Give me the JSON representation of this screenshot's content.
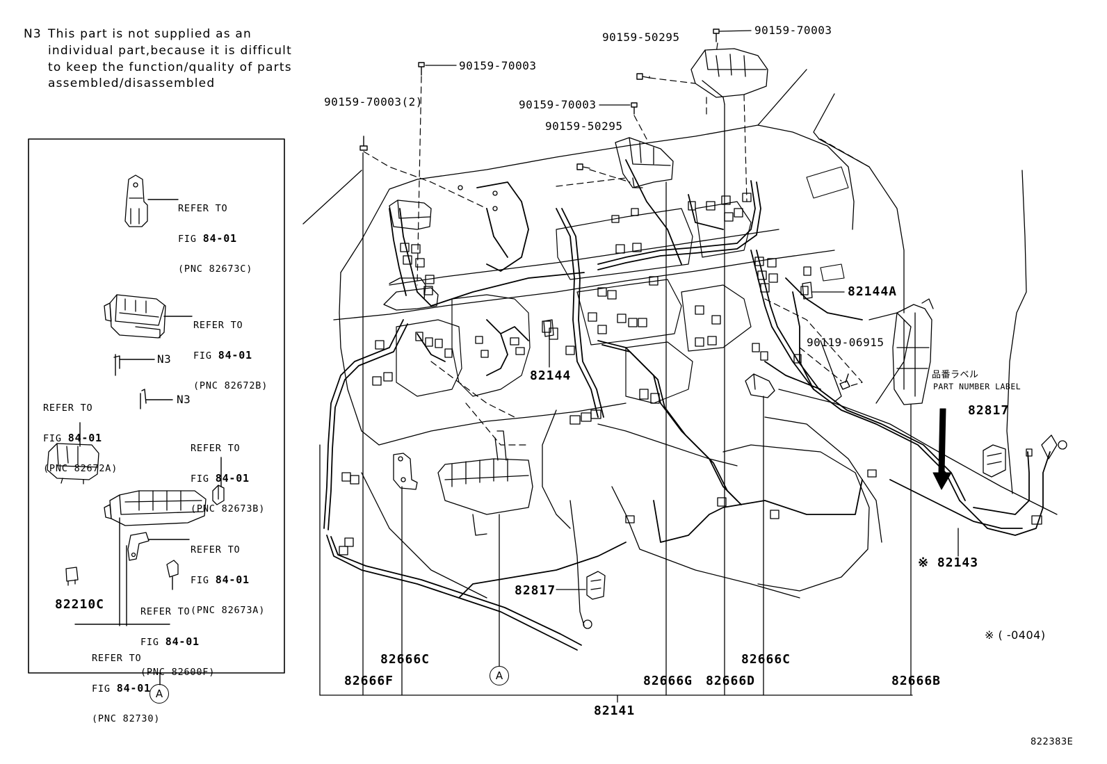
{
  "note": {
    "code": "N3",
    "text": "This part is not supplied as an\nindividual part,because it is difficult\nto keep the function/quality of parts\nassembled/disassembled"
  },
  "bolts": {
    "b1": "90159-70003",
    "b2": "90159-50295",
    "b3": "90159-70003",
    "b4": "90159-70003",
    "b5": "90159-50295",
    "b6": "90159-70003(2)",
    "b7": "90119-06915"
  },
  "parts": {
    "p82144A": "82144A",
    "p82144": "82144",
    "p82817a": "82817",
    "p82817b": "82817",
    "p82143": "※ 82143",
    "p82210C": "82210C",
    "p82666C1": "82666C",
    "p82666F": "82666F",
    "p82666G": "82666G",
    "p82666D": "82666D",
    "p82666C2": "82666C",
    "p82666B": "82666B",
    "p82141": "82141"
  },
  "labels": {
    "jp": "品番ラベル",
    "part_number_label": "PART NUMBER LABEL",
    "n3a": "N3",
    "n3b": "N3",
    "date_note": "※ (       -0404)",
    "fig_code": "822383E",
    "callout_a_inset": "A",
    "callout_a_main": "A"
  },
  "refs": {
    "r1": {
      "l1": "REFER TO",
      "l2": "FIG",
      "fig": "84-01",
      "pnc": "(PNC 82673C)"
    },
    "r2": {
      "l1": "REFER TO",
      "l2": "FIG",
      "fig": "84-01",
      "pnc": "(PNC 82672B)"
    },
    "r3": {
      "l1": "REFER TO",
      "l2": "FIG",
      "fig": "84-01",
      "pnc": "(PNC 82672A)"
    },
    "r4": {
      "l1": "REFER TO",
      "l2": "FIG",
      "fig": "84-01",
      "pnc": "(PNC 82673B)"
    },
    "r5": {
      "l1": "REFER TO",
      "l2": "FIG",
      "fig": "84-01",
      "pnc": "(PNC 82673A)"
    },
    "r6": {
      "l1": "REFER TO",
      "l2": "FIG",
      "fig": "84-01",
      "pnc": "(PNC 82600F)"
    },
    "r7": {
      "l1": "REFER TO",
      "l2": "FIG",
      "fig": "84-01",
      "pnc": "(PNC 82730)"
    }
  }
}
